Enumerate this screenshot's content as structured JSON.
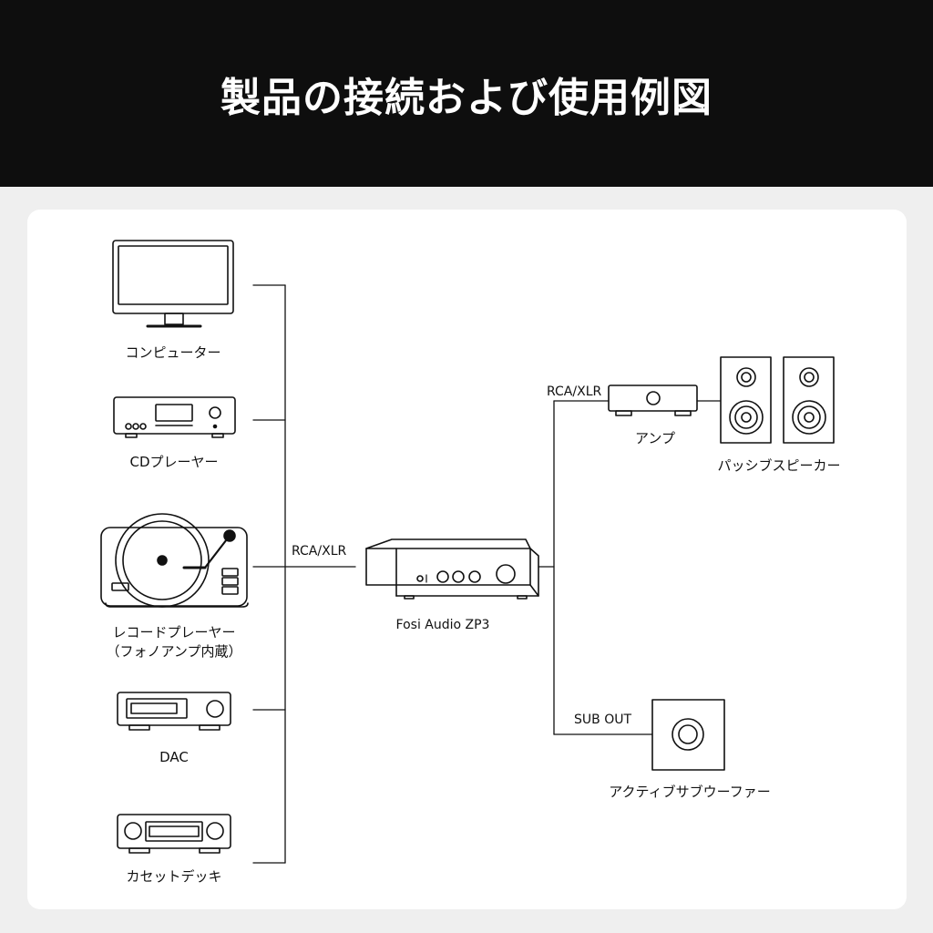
{
  "title": "製品の接続および使用例図",
  "center": {
    "name": "Fosi Audio ZP3"
  },
  "sources": [
    {
      "label": "コンピューター"
    },
    {
      "label": "CDプレーヤー"
    },
    {
      "label": "レコードプレーヤー",
      "label2": "（フォノアンプ内蔵）"
    },
    {
      "label": "DAC"
    },
    {
      "label": "カセットデッキ"
    }
  ],
  "input_connection": "RCA/XLR",
  "outputs": {
    "amp_connection": "RCA/XLR",
    "amp": "アンプ",
    "speakers": "パッシブスピーカー",
    "sub_connection": "SUB OUT",
    "subwoofer": "アクティブサブウーファー"
  }
}
